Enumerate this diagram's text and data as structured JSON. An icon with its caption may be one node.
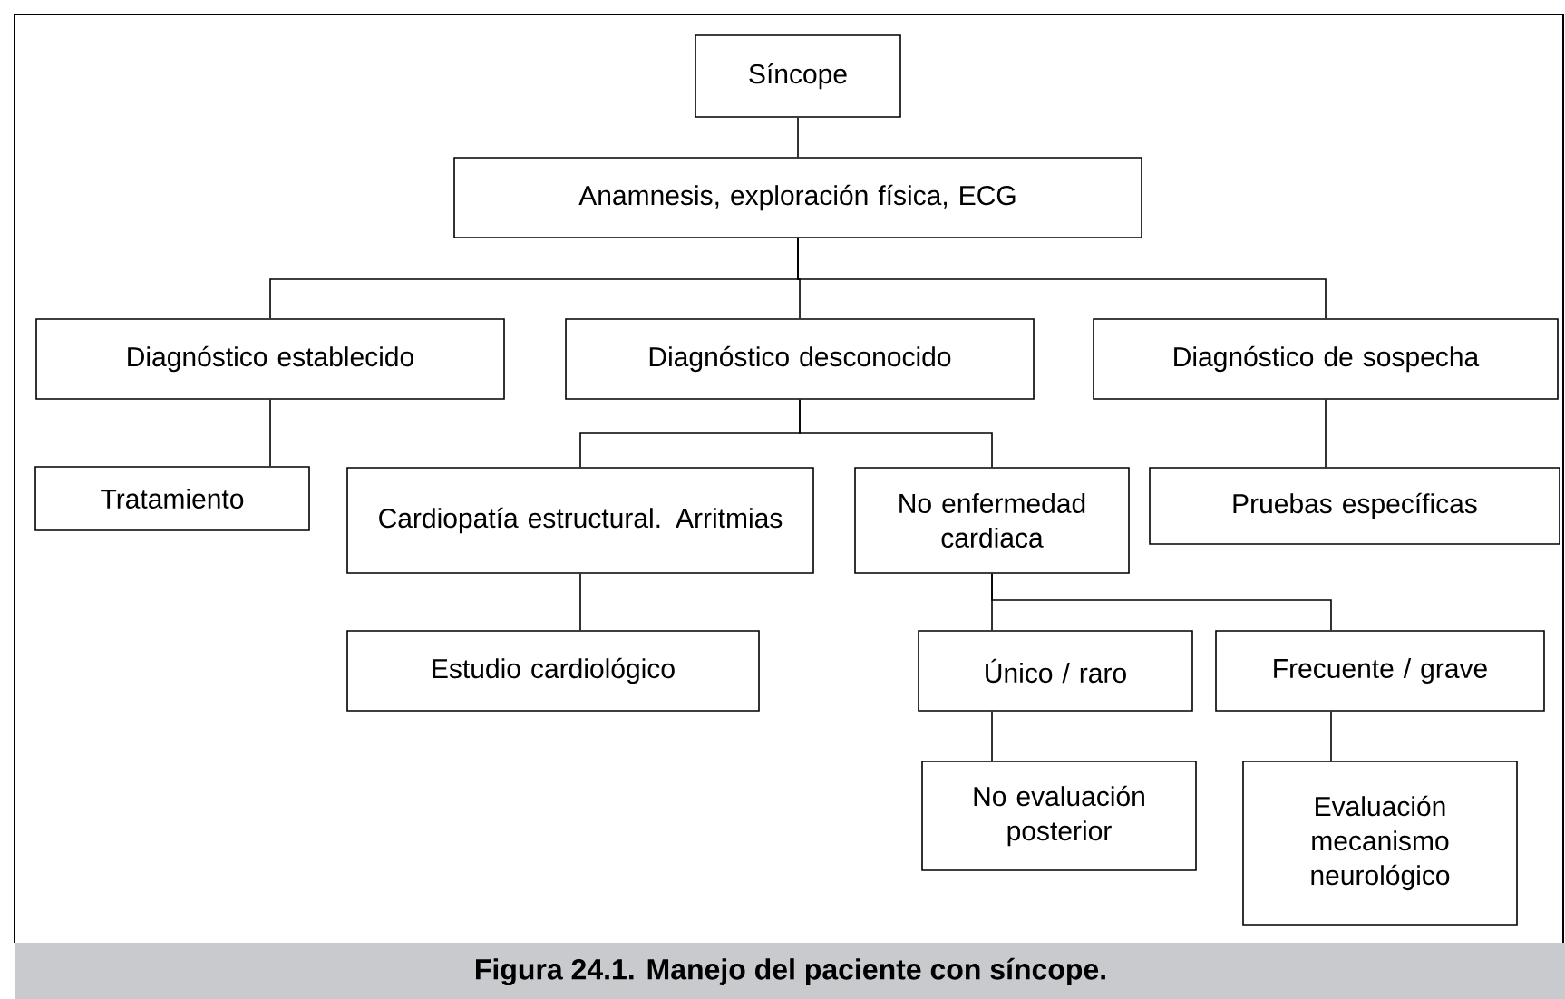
{
  "diagram": {
    "caption": "Figura 24.1. Manejo del paciente con síncope.",
    "nodes": [
      {
        "text": [
          "Síncope"
        ]
      },
      {
        "text": [
          "Anamnesis, exploración física, ECG"
        ]
      },
      {
        "text": [
          "Diagnóstico establecido"
        ]
      },
      {
        "text": [
          "Diagnóstico desconocido"
        ]
      },
      {
        "text": [
          "Diagnóstico de sospecha"
        ]
      },
      {
        "text": [
          "Tratamiento"
        ]
      },
      {
        "text": [
          "Cardiopatía estructural. Arritmias"
        ]
      },
      {
        "text": [
          "No enfermedad cardiaca"
        ]
      },
      {
        "text": [
          "Pruebas específicas"
        ]
      },
      {
        "text": [
          "Estudio cardiológico"
        ]
      },
      {
        "text": [
          "Único / raro"
        ]
      },
      {
        "text": [
          "Frecuente / grave"
        ]
      },
      {
        "text": [
          "No evaluación posterior"
        ]
      },
      {
        "text": [
          "Evaluación mecanismo neurológico"
        ]
      }
    ],
    "edges": [
      {
        "from": 0,
        "to": 1,
        "arrow": "none"
      },
      {
        "from": 1,
        "to": 2,
        "arrow": "none"
      },
      {
        "from": 1,
        "to": 3,
        "arrow": "none"
      },
      {
        "from": 1,
        "to": 4,
        "arrow": "none"
      },
      {
        "from": 2,
        "to": 5,
        "arrow": "none"
      },
      {
        "from": 3,
        "to": 6,
        "arrow": "none"
      },
      {
        "from": 3,
        "to": 7,
        "arrow": "none"
      },
      {
        "from": 4,
        "to": 8,
        "arrow": "none"
      },
      {
        "from": 6,
        "to": 9,
        "arrow": "none"
      },
      {
        "from": 7,
        "to": 10,
        "arrow": "none"
      },
      {
        "from": 7,
        "to": 11,
        "arrow": "none"
      },
      {
        "from": 10,
        "to": 12,
        "arrow": "none"
      },
      {
        "from": 11,
        "to": 13,
        "arrow": "none"
      }
    ]
  }
}
